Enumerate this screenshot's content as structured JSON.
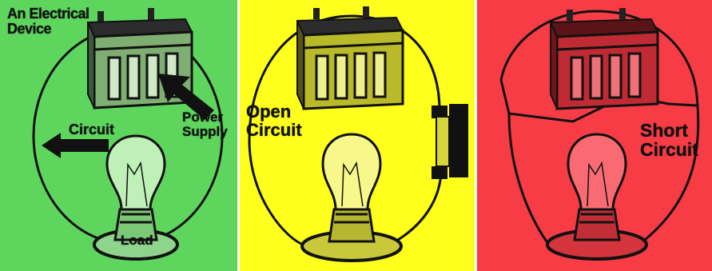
{
  "panels": [
    {
      "id": "normal",
      "background": "#5ed65e",
      "labels": {
        "title": "An Electrical\nDevice",
        "circuit": "Circuit",
        "power": "Power\nSupply",
        "load": "Load"
      }
    },
    {
      "id": "open",
      "background": "#ffff1e",
      "labels": {
        "open": "Open\nCircuit"
      }
    },
    {
      "id": "short",
      "background": "#f73c46",
      "labels": {
        "short": "Short\nCircuit"
      }
    }
  ]
}
